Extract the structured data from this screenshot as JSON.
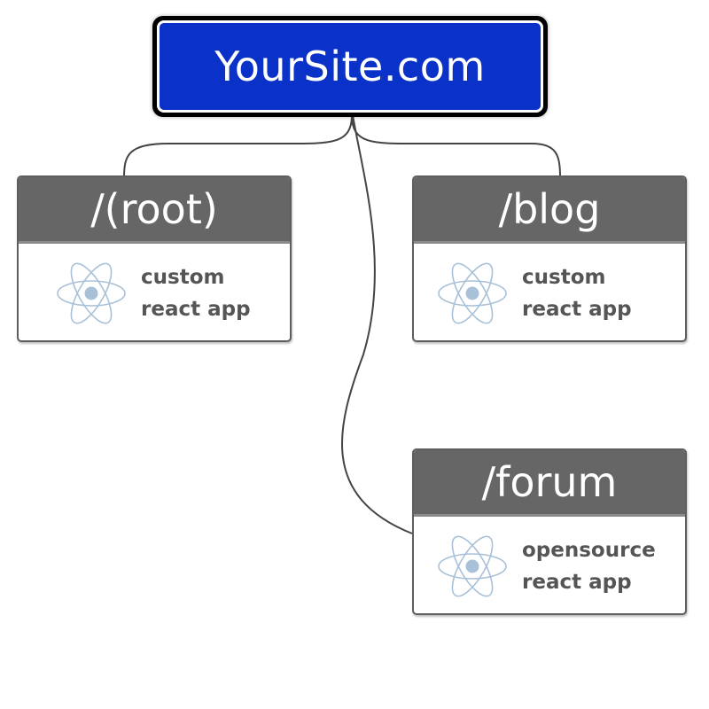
{
  "root": {
    "title": "YourSite.com",
    "color": "#0a31c8"
  },
  "routes": [
    {
      "path": "/(root)",
      "line1": "custom",
      "line2": "react app",
      "icon": "react-logo-icon"
    },
    {
      "path": "/blog",
      "line1": "custom",
      "line2": "react app",
      "icon": "react-logo-icon"
    },
    {
      "path": "/forum",
      "line1": "opensource",
      "line2": "react app",
      "icon": "react-logo-icon"
    }
  ],
  "colors": {
    "header": "#666666",
    "text": "#555555",
    "icon": "#a9c1d8"
  }
}
